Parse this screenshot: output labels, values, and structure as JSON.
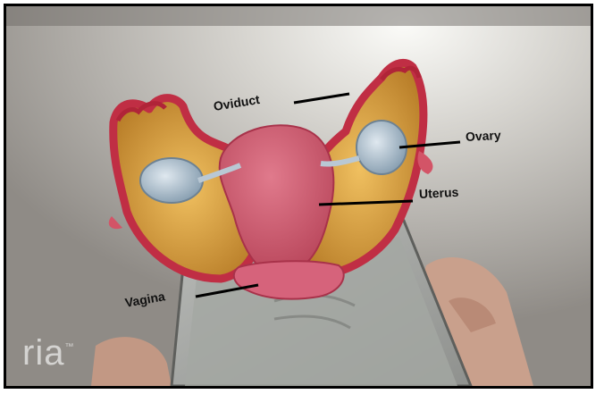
{
  "labels": {
    "oviduct": "Oviduct",
    "ovary": "Ovary",
    "uterus": "Uterus",
    "vagina": "Vagina"
  },
  "watermark": {
    "text": "ria",
    "mark": "™"
  },
  "colors": {
    "wall": "#dcdad4",
    "tissue_red": "#c8384a",
    "tissue_pink": "#d96a80",
    "lining_gold": "#d9a441",
    "ovary_blue": "#a9bccb",
    "skin": "#c89a86"
  }
}
